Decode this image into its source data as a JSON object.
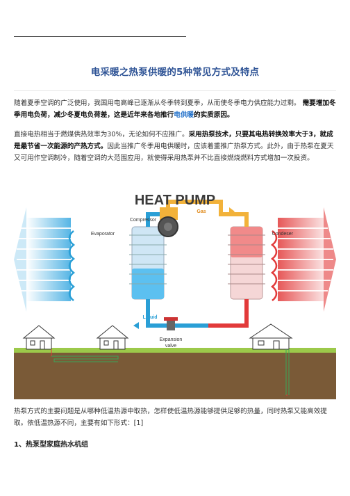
{
  "article": {
    "title": "电采暖之热泵供暖的5种常见方式及特点",
    "p1": {
      "s1": "随着夏季空调的广泛使用，我国用电高峰已逐渐从冬季转到夏季，从而使冬季电力供应能力过剩。",
      "s2": "需要增加冬季用电负荷，减少冬夏电负荷差，这是近年来各地推行",
      "link": "电供暖",
      "s3": "的实质原因。"
    },
    "p2": {
      "s1": "直接电热相当于燃煤供热效率为30%，无论如何不应推广。",
      "s2": "采用热泵技术，只要其电热转换效率大于3，就成是最节省一次能源的产热方式。",
      "s3": "因此当推广冬季用电供暖时，应该着重推广热泵方式。此外，由于热泵在夏天又可用作空调制冷，随着空调的大范围应用，就使得采用热泵并不比直接燃烧燃料方式增加一次投资。"
    },
    "p3": "热泵方式的主要问题是从哪种低温热源中取热，怎样使低温热源能够提供足够的热量，同时热泵又能高效提取。依低温热源不同，主要有如下形式：[1]",
    "heading": "1、热泵型家庭热水机组"
  },
  "diagram": {
    "title": "HEAT PUMP",
    "compressor": "Compressor",
    "gas": "Gas",
    "evaporator": "Evaporator",
    "condenser": "Condeser",
    "liquid": "Liquid",
    "expansion_line1": "Expansion",
    "expansion_line2": "valve",
    "colors": {
      "cold": "#38a8e0",
      "hot": "#e23a3a",
      "pipe_gas": "#f2b23a",
      "ground": "#7a5a37",
      "grass": "#9cc94a",
      "coil": "#2a9fd6",
      "title": "#3a3a3a"
    }
  }
}
